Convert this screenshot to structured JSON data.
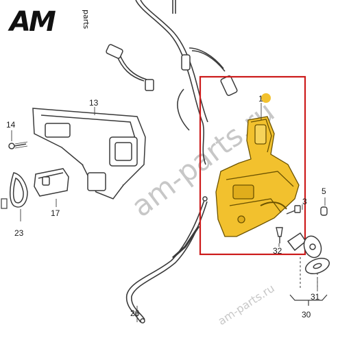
{
  "logo": {
    "main": "AM",
    "sub": "parts"
  },
  "watermarks": {
    "large": "am-parts.ru",
    "small": "am-parts.ru"
  },
  "callouts": {
    "c1": "1",
    "c3": "3",
    "c5": "5",
    "c13": "13",
    "c14": "14",
    "c17": "17",
    "c23": "23",
    "c26": "26",
    "c30": "30",
    "c31": "31",
    "c32": "32"
  },
  "colors": {
    "highlight_frame": "#cc1a1a",
    "lock_body": "#f2c12e",
    "line": "#3a3a3a",
    "brand_blue": "#1f55b5"
  }
}
